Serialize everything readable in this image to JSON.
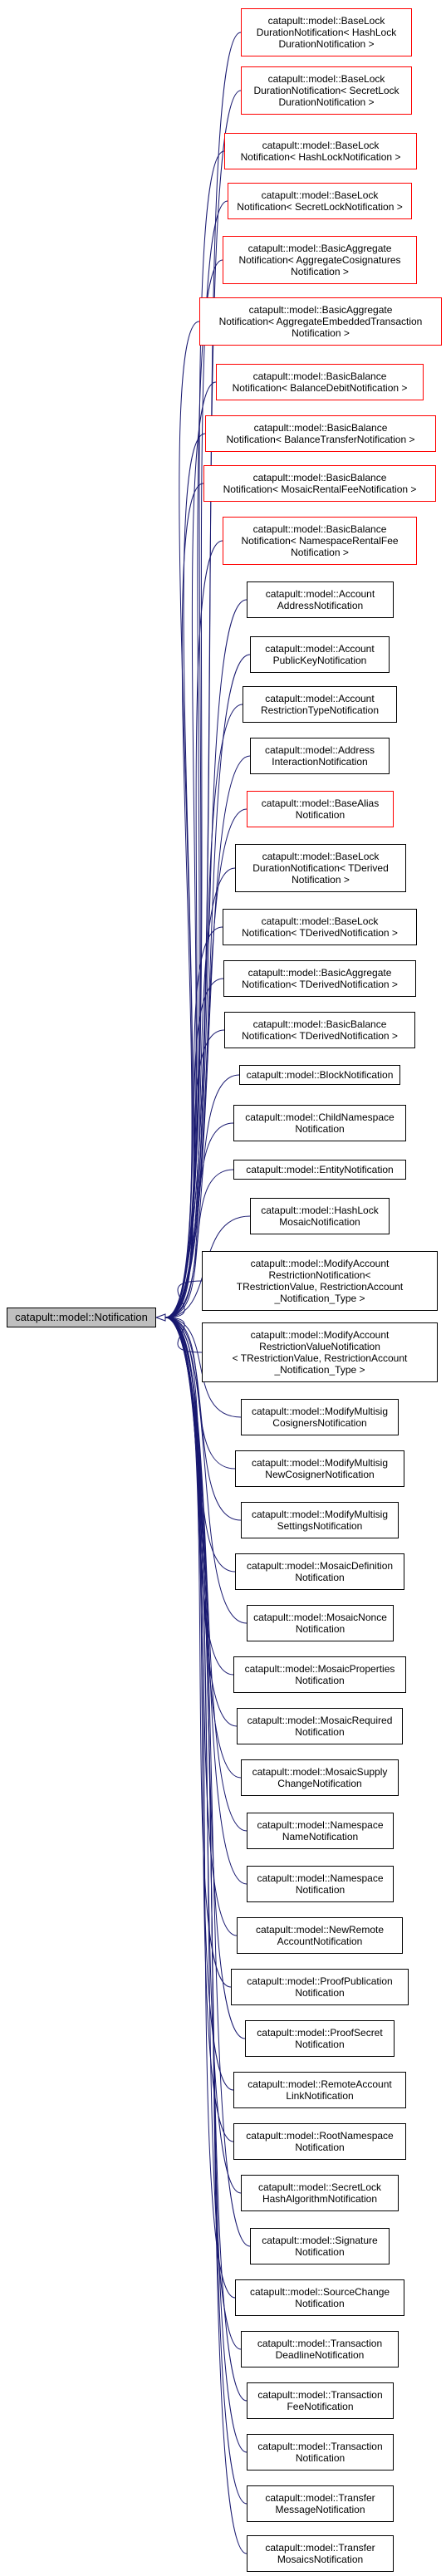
{
  "root": {
    "label": "catapult::model::Notification"
  },
  "colors": {
    "edge": "#191970",
    "external_border": "#ff0000",
    "internal_border": "#000000",
    "root_fill": "#bfbfbf"
  },
  "nodes": [
    {
      "label": "catapult::model::BaseLock\nDurationNotification< HashLock\nDurationNotification >",
      "external": true
    },
    {
      "label": "catapult::model::BaseLock\nDurationNotification< SecretLock\nDurationNotification >",
      "external": true
    },
    {
      "label": "catapult::model::BaseLock\nNotification< HashLockNotification >",
      "external": true
    },
    {
      "label": "catapult::model::BaseLock\nNotification< SecretLockNotification >",
      "external": true
    },
    {
      "label": "catapult::model::BasicAggregate\nNotification< AggregateCosignatures\nNotification >",
      "external": true
    },
    {
      "label": "catapult::model::BasicAggregate\nNotification< AggregateEmbeddedTransaction\nNotification >",
      "external": true
    },
    {
      "label": "catapult::model::BasicBalance\nNotification< BalanceDebitNotification >",
      "external": true
    },
    {
      "label": "catapult::model::BasicBalance\nNotification< BalanceTransferNotification >",
      "external": true
    },
    {
      "label": "catapult::model::BasicBalance\nNotification< MosaicRentalFeeNotification >",
      "external": true
    },
    {
      "label": "catapult::model::BasicBalance\nNotification< NamespaceRentalFee\nNotification >",
      "external": true
    },
    {
      "label": "catapult::model::Account\nAddressNotification",
      "external": false
    },
    {
      "label": "catapult::model::Account\nPublicKeyNotification",
      "external": false
    },
    {
      "label": "catapult::model::Account\nRestrictionTypeNotification",
      "external": false
    },
    {
      "label": "catapult::model::Address\nInteractionNotification",
      "external": false
    },
    {
      "label": "catapult::model::BaseAlias\nNotification",
      "external": true
    },
    {
      "label": "catapult::model::BaseLock\nDurationNotification< TDerived\nNotification >",
      "external": false
    },
    {
      "label": "catapult::model::BaseLock\nNotification< TDerivedNotification >",
      "external": false
    },
    {
      "label": "catapult::model::BasicAggregate\nNotification< TDerivedNotification >",
      "external": false
    },
    {
      "label": "catapult::model::BasicBalance\nNotification< TDerivedNotification >",
      "external": false
    },
    {
      "label": "catapult::model::BlockNotification",
      "external": false
    },
    {
      "label": "catapult::model::ChildNamespace\nNotification",
      "external": false
    },
    {
      "label": "catapult::model::EntityNotification",
      "external": false
    },
    {
      "label": "catapult::model::HashLock\nMosaicNotification",
      "external": false
    },
    {
      "label": "catapult::model::ModifyAccount\nRestrictionNotification<\n TRestrictionValue, RestrictionAccount\n_Notification_Type >",
      "external": false
    },
    {
      "label": "catapult::model::ModifyAccount\nRestrictionValueNotification\n< TRestrictionValue, RestrictionAccount\n_Notification_Type >",
      "external": false
    },
    {
      "label": "catapult::model::ModifyMultisig\nCosignersNotification",
      "external": false
    },
    {
      "label": "catapult::model::ModifyMultisig\nNewCosignerNotification",
      "external": false
    },
    {
      "label": "catapult::model::ModifyMultisig\nSettingsNotification",
      "external": false
    },
    {
      "label": "catapult::model::MosaicDefinition\nNotification",
      "external": false
    },
    {
      "label": "catapult::model::MosaicNonce\nNotification",
      "external": false
    },
    {
      "label": "catapult::model::MosaicProperties\nNotification",
      "external": false
    },
    {
      "label": "catapult::model::MosaicRequired\nNotification",
      "external": false
    },
    {
      "label": "catapult::model::MosaicSupply\nChangeNotification",
      "external": false
    },
    {
      "label": "catapult::model::Namespace\nNameNotification",
      "external": false
    },
    {
      "label": "catapult::model::Namespace\nNotification",
      "external": false
    },
    {
      "label": "catapult::model::NewRemote\nAccountNotification",
      "external": false
    },
    {
      "label": "catapult::model::ProofPublication\nNotification",
      "external": false
    },
    {
      "label": "catapult::model::ProofSecret\nNotification",
      "external": false
    },
    {
      "label": "catapult::model::RemoteAccount\nLinkNotification",
      "external": false
    },
    {
      "label": "catapult::model::RootNamespace\nNotification",
      "external": false
    },
    {
      "label": "catapult::model::SecretLock\nHashAlgorithmNotification",
      "external": false
    },
    {
      "label": "catapult::model::Signature\nNotification",
      "external": false
    },
    {
      "label": "catapult::model::SourceChange\nNotification",
      "external": false
    },
    {
      "label": "catapult::model::Transaction\nDeadlineNotification",
      "external": false
    },
    {
      "label": "catapult::model::Transaction\nFeeNotification",
      "external": false
    },
    {
      "label": "catapult::model::Transaction\nNotification",
      "external": false
    },
    {
      "label": "catapult::model::Transfer\nMessageNotification",
      "external": false
    },
    {
      "label": "catapult::model::Transfer\nMosaicsNotification",
      "external": false
    }
  ]
}
